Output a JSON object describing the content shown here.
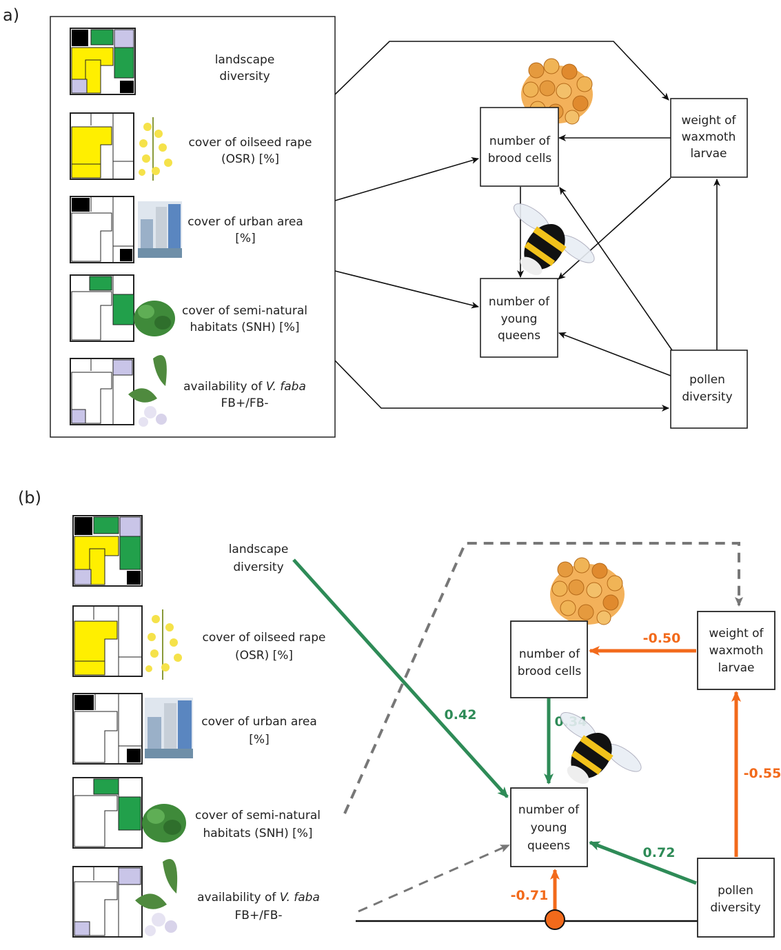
{
  "panel_a": {
    "label": "a)",
    "landscape": [
      {
        "line1": "landscape",
        "line2": "diversity"
      },
      {
        "line1": "cover of oilseed rape",
        "line2": "(OSR) [%]"
      },
      {
        "line1": "cover of urban area",
        "line2": "[%]"
      },
      {
        "line1": "cover of semi-natural",
        "line2": "habitats (SNH) [%]"
      },
      {
        "line1_pre": "availability of ",
        "line1_em": "V. faba",
        "line2": "FB+/FB-"
      }
    ],
    "nodes": {
      "brood": [
        "number of",
        "brood cells"
      ],
      "queens": [
        "number of",
        "young",
        "queens"
      ],
      "waxmoth": [
        "weight of",
        "waxmoth",
        "larvae"
      ],
      "pollen": [
        "pollen",
        "diversity"
      ]
    }
  },
  "panel_b": {
    "label": "(b)",
    "landscape": [
      {
        "line1": "landscape",
        "line2": "diversity"
      },
      {
        "line1": "cover of oilseed rape",
        "line2": "(OSR) [%]"
      },
      {
        "line1": "cover of urban area",
        "line2": "[%]"
      },
      {
        "line1": "cover of semi-natural",
        "line2": "habitats (SNH) [%]"
      },
      {
        "line1_pre": "availability of ",
        "line1_em": "V. faba",
        "line2": "FB+/FB-"
      }
    ],
    "nodes": {
      "brood": [
        "number of",
        "brood cells"
      ],
      "queens": [
        "number of",
        "young",
        "queens"
      ],
      "waxmoth": [
        "weight of",
        "waxmoth",
        "larvae"
      ],
      "pollen": [
        "pollen",
        "diversity"
      ]
    },
    "coefficients": {
      "landscape_to_queens": "0.42",
      "brood_to_queens": "0.34",
      "waxmoth_to_brood": "-0.50",
      "pollen_to_waxmoth": "-0.55",
      "pollen_to_queens": "0.72",
      "faba_to_queens": "-0.71"
    }
  },
  "colors": {
    "positive": "#2e8b57",
    "negative": "#f26a1b",
    "nonsig": "#777777",
    "osr": "#ffef00",
    "snh": "#22a04b",
    "faba": "#c9c5e8",
    "urban": "#000000",
    "node_border": "#c8a000"
  }
}
